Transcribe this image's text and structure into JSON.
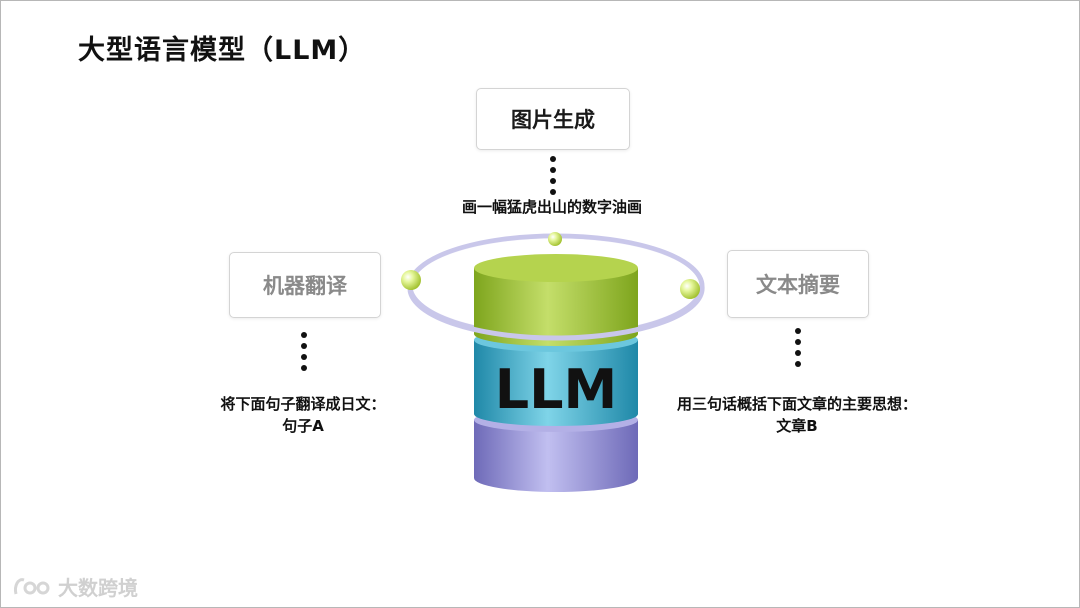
{
  "slide": {
    "title": "大型语言模型（LLM）",
    "center": {
      "label": "LLM"
    },
    "tasks": {
      "top": {
        "label": "图片生成",
        "prompt": "画一幅猛虎出山的数字油画"
      },
      "left": {
        "label": "机器翻译",
        "prompt_line1": "将下面句子翻译成日文：",
        "prompt_line2": "句子A"
      },
      "right": {
        "label": "文本摘要",
        "prompt_line1": "用三句话概括下面文章的主要思想：",
        "prompt_line2": "文章B"
      }
    }
  },
  "watermark": {
    "text": "大数跨境"
  },
  "colors": {
    "cylinder_top": "#a3c93a",
    "cylinder_middle": "#34a8c4",
    "cylinder_bottom": "#8f8bd2",
    "orbit_ball": "#d6ef7e",
    "muted_text": "#8a8a8a"
  }
}
